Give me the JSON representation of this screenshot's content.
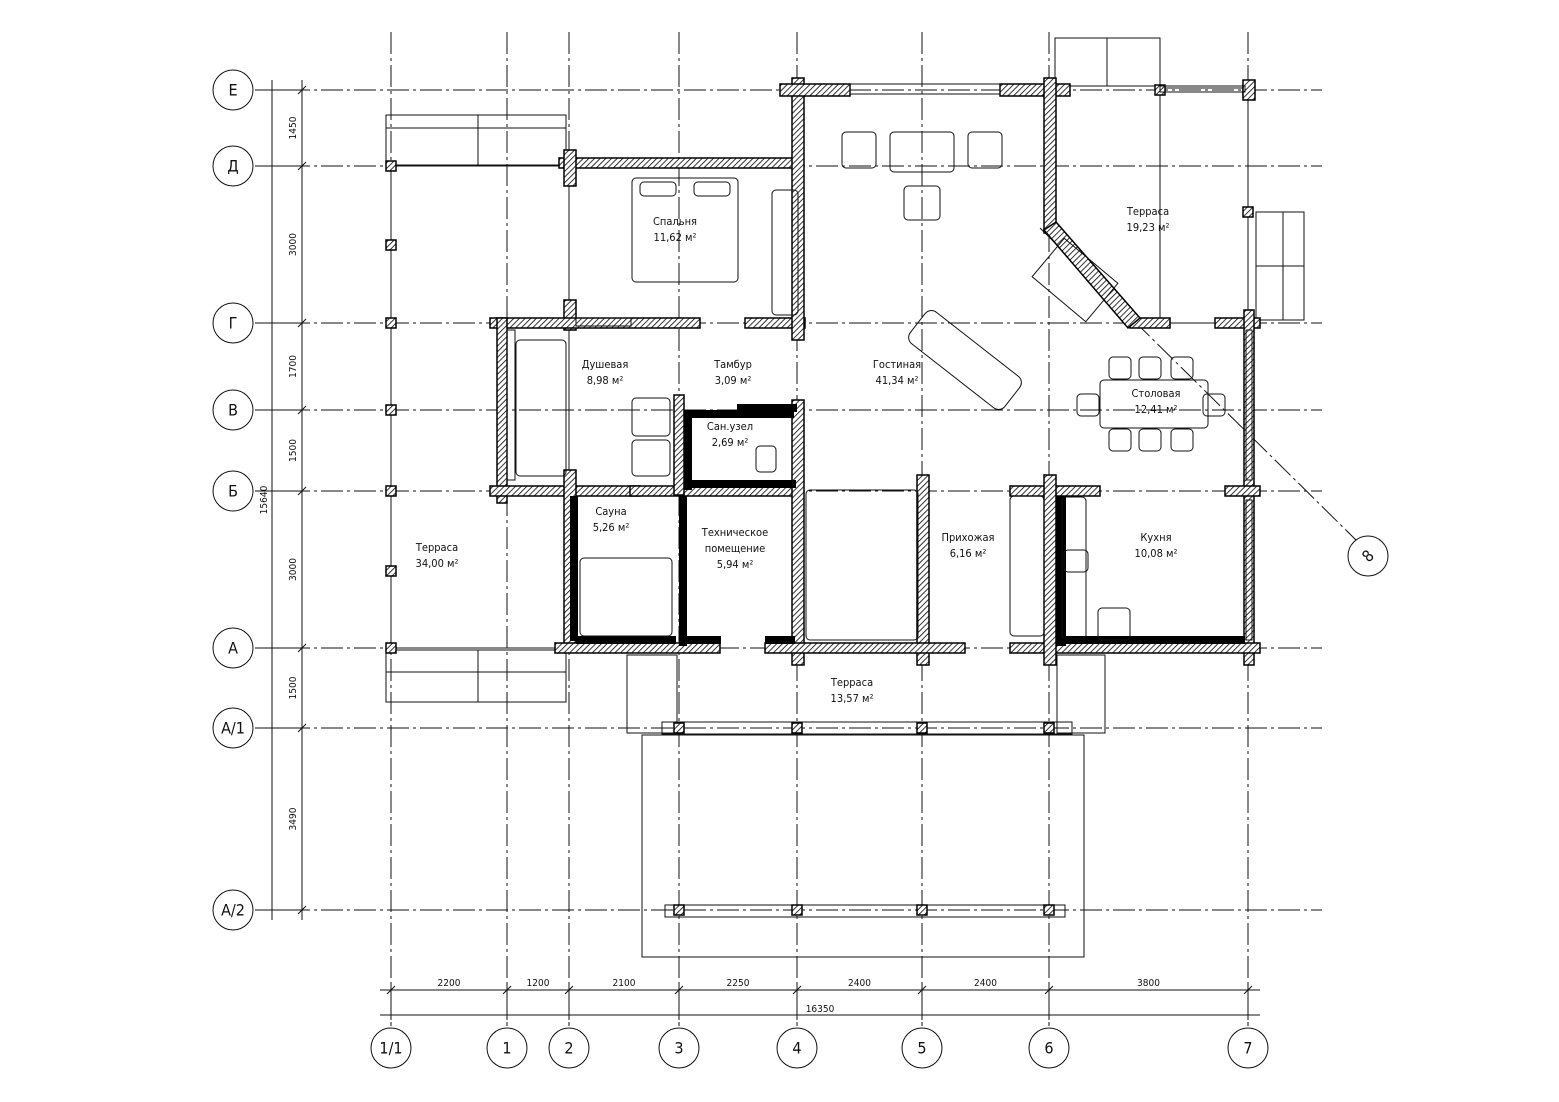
{
  "title": "План первого этажа",
  "axes_horizontal": [
    "Е",
    "Д",
    "Г",
    "В",
    "Б",
    "А",
    "А/1",
    "А/2"
  ],
  "axes_vertical": [
    "1/1",
    "1",
    "2",
    "3",
    "4",
    "5",
    "6",
    "7"
  ],
  "extra_axis": "8",
  "dims_bottom": [
    "2200",
    "1200",
    "2100",
    "2250",
    "2400",
    "2400",
    "3800"
  ],
  "dim_bottom_total": "16350",
  "dims_left": [
    "1450",
    "3000",
    "1700",
    "1500",
    "3000",
    "1500",
    "3490"
  ],
  "dim_left_total": "15640",
  "rooms": [
    {
      "name": "Спальня",
      "area": "11,62 м²"
    },
    {
      "name": "Душевая",
      "area": "8,98 м²"
    },
    {
      "name": "Тамбур",
      "area": "3,09 м²"
    },
    {
      "name": "Сан.узел",
      "area": "2,69 м²"
    },
    {
      "name": "Сауна",
      "area": "5,26 м²"
    },
    {
      "name": "Техническое помещение",
      "area": "5,94 м²"
    },
    {
      "name": "Гостиная",
      "area": "41,34 м²"
    },
    {
      "name": "Терраса",
      "area": "19,23 м²"
    },
    {
      "name": "Столовая",
      "area": "12,41 м²"
    },
    {
      "name": "Прихожая",
      "area": "6,16 м²"
    },
    {
      "name": "Кухня",
      "area": "10,08 м²"
    },
    {
      "name": "Терраса",
      "area": "34,00 м²"
    },
    {
      "name": "Терраса",
      "area": "13,57 м²"
    }
  ]
}
